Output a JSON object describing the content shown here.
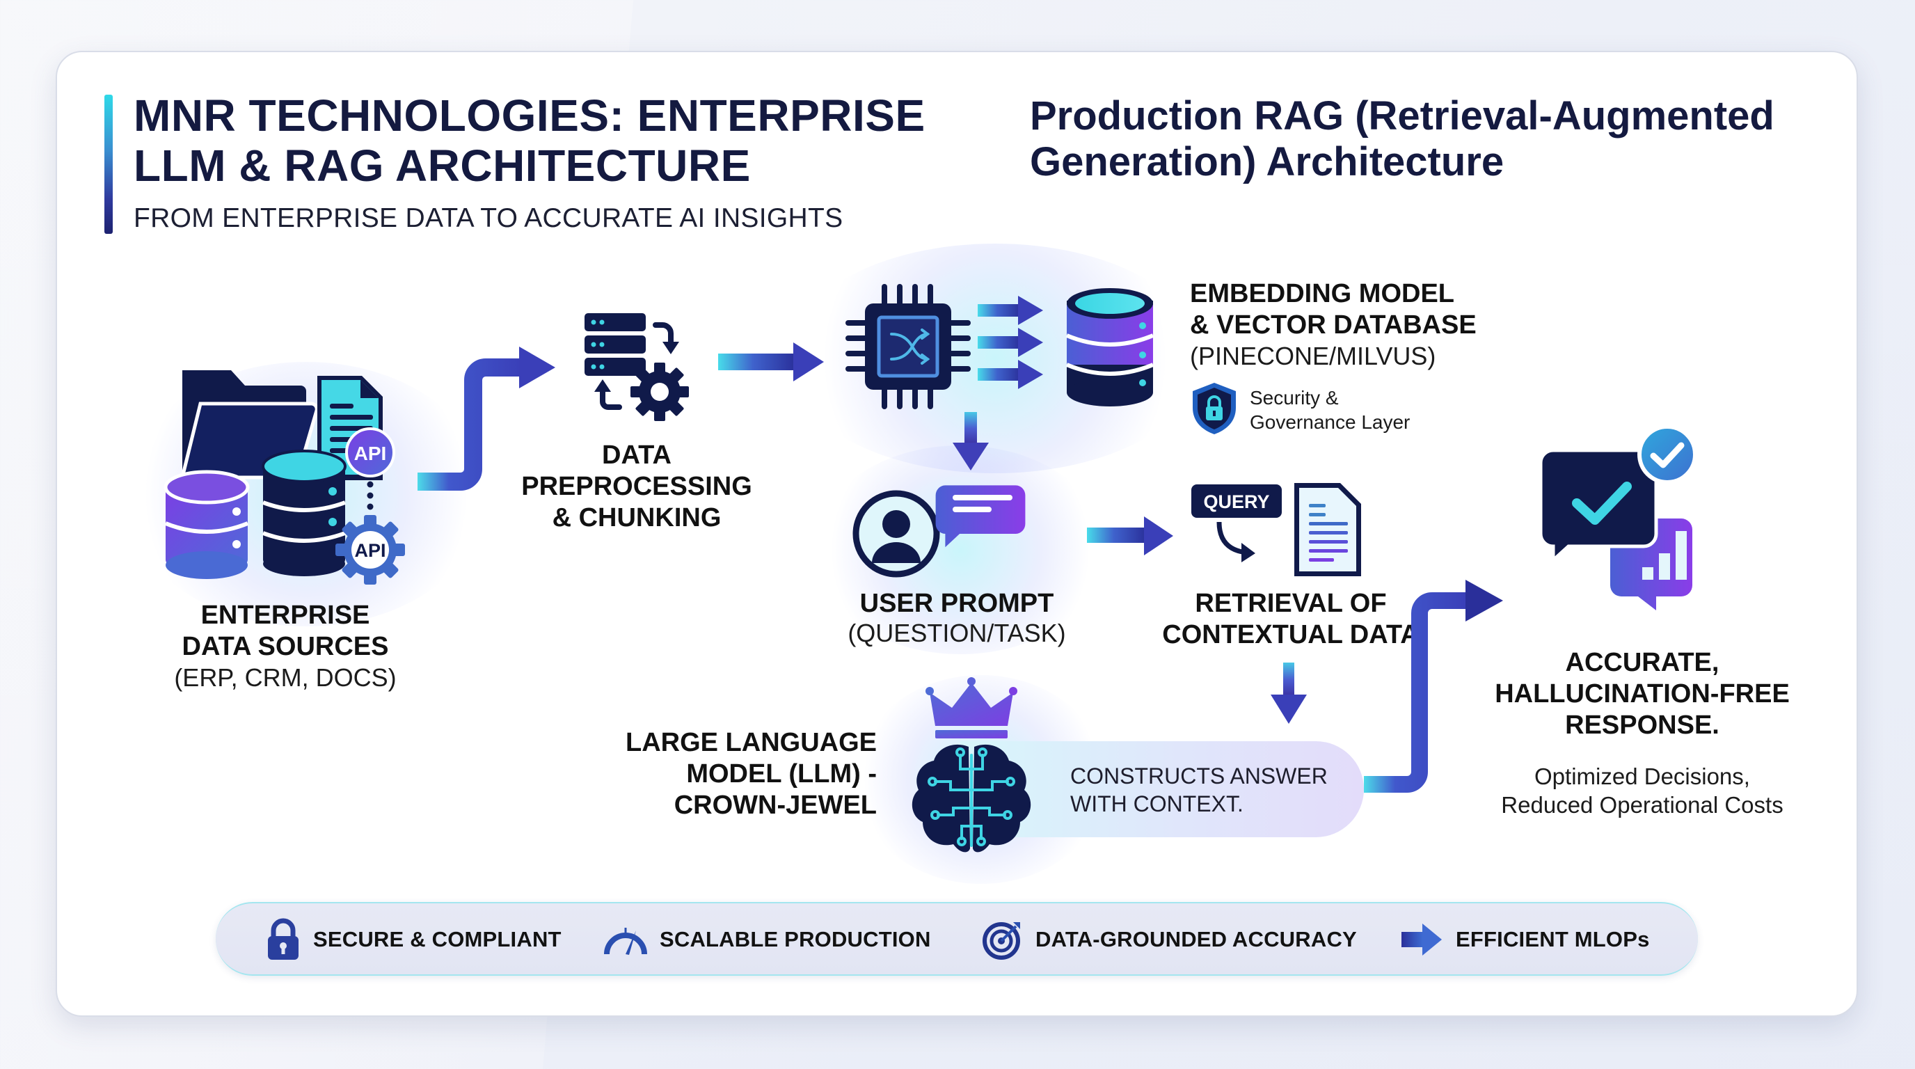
{
  "header": {
    "title_line1": "MNR TECHNOLOGIES: ENTERPRISE",
    "title_line2": "LLM & RAG ARCHITECTURE",
    "subtitle": "FROM ENTERPRISE DATA TO ACCURATE AI INSIGHTS",
    "right_title_line1": "Production RAG (Retrieval-Augmented",
    "right_title_line2": "Generation) Architecture"
  },
  "colors": {
    "navy": "#101a4a",
    "cyan": "#35d6e6",
    "blue": "#3b55c6",
    "purple": "#7b3fe4",
    "text_dark": "#141a40"
  },
  "nodes": {
    "data_sources": {
      "label_line1": "ENTERPRISE",
      "label_line2": "DATA SOURCES",
      "detail": "(ERP, CRM, DOCS)",
      "api_badge_top": "API",
      "api_badge_gear": "API",
      "icons": [
        "folder-icon",
        "document-icon",
        "database-icon",
        "api-gear-icon"
      ]
    },
    "preprocessing": {
      "label_line1": "DATA",
      "label_line2": "PREPROCESSING",
      "label_line3": "& CHUNKING",
      "icons": [
        "server-stack-icon",
        "gear-icon",
        "cycle-arrows-icon"
      ]
    },
    "embedding": {
      "label_line1": "EMBEDDING MODEL",
      "label_line2": "& VECTOR DATABASE",
      "detail": "(PINECONE/MILVUS)",
      "security_line1": "Security &",
      "security_line2": "Governance Layer",
      "icons": [
        "chip-icon",
        "vector-database-icon",
        "shield-lock-icon"
      ]
    },
    "user_prompt": {
      "label": "USER PROMPT",
      "detail": "(QUESTION/TASK)",
      "icons": [
        "user-avatar-icon",
        "chat-bubble-icon"
      ]
    },
    "retrieval": {
      "label_line1": "RETRIEVAL OF",
      "label_line2": "CONTEXTUAL DATA",
      "query_badge": "QUERY",
      "icons": [
        "query-badge-icon",
        "document-icon"
      ]
    },
    "llm": {
      "label_line1": "LARGE LANGUAGE",
      "label_line2": "MODEL (LLM) -",
      "label_line3": "CROWN-JEWEL",
      "description_line1": "CONSTRUCTS ANSWER",
      "description_line2": "WITH CONTEXT.",
      "icons": [
        "crown-icon",
        "circuit-brain-icon"
      ]
    },
    "response": {
      "label_line1": "ACCURATE,",
      "label_line2": "HALLUCINATION-FREE",
      "label_line3": "RESPONSE.",
      "detail_line1": "Optimized Decisions,",
      "detail_line2": "Reduced Operational Costs",
      "icons": [
        "chat-check-icon",
        "verified-badge-icon",
        "chat-bar-chart-icon"
      ]
    }
  },
  "footer": {
    "items": [
      {
        "label": "SECURE & COMPLIANT",
        "icon": "padlock-icon"
      },
      {
        "label": "SCALABLE PRODUCTION",
        "icon": "speedometer-icon"
      },
      {
        "label": "DATA-GROUNDED ACCURACY",
        "icon": "target-icon"
      },
      {
        "label": "EFFICIENT MLOPs",
        "icon": "arrow-right-icon"
      }
    ]
  }
}
